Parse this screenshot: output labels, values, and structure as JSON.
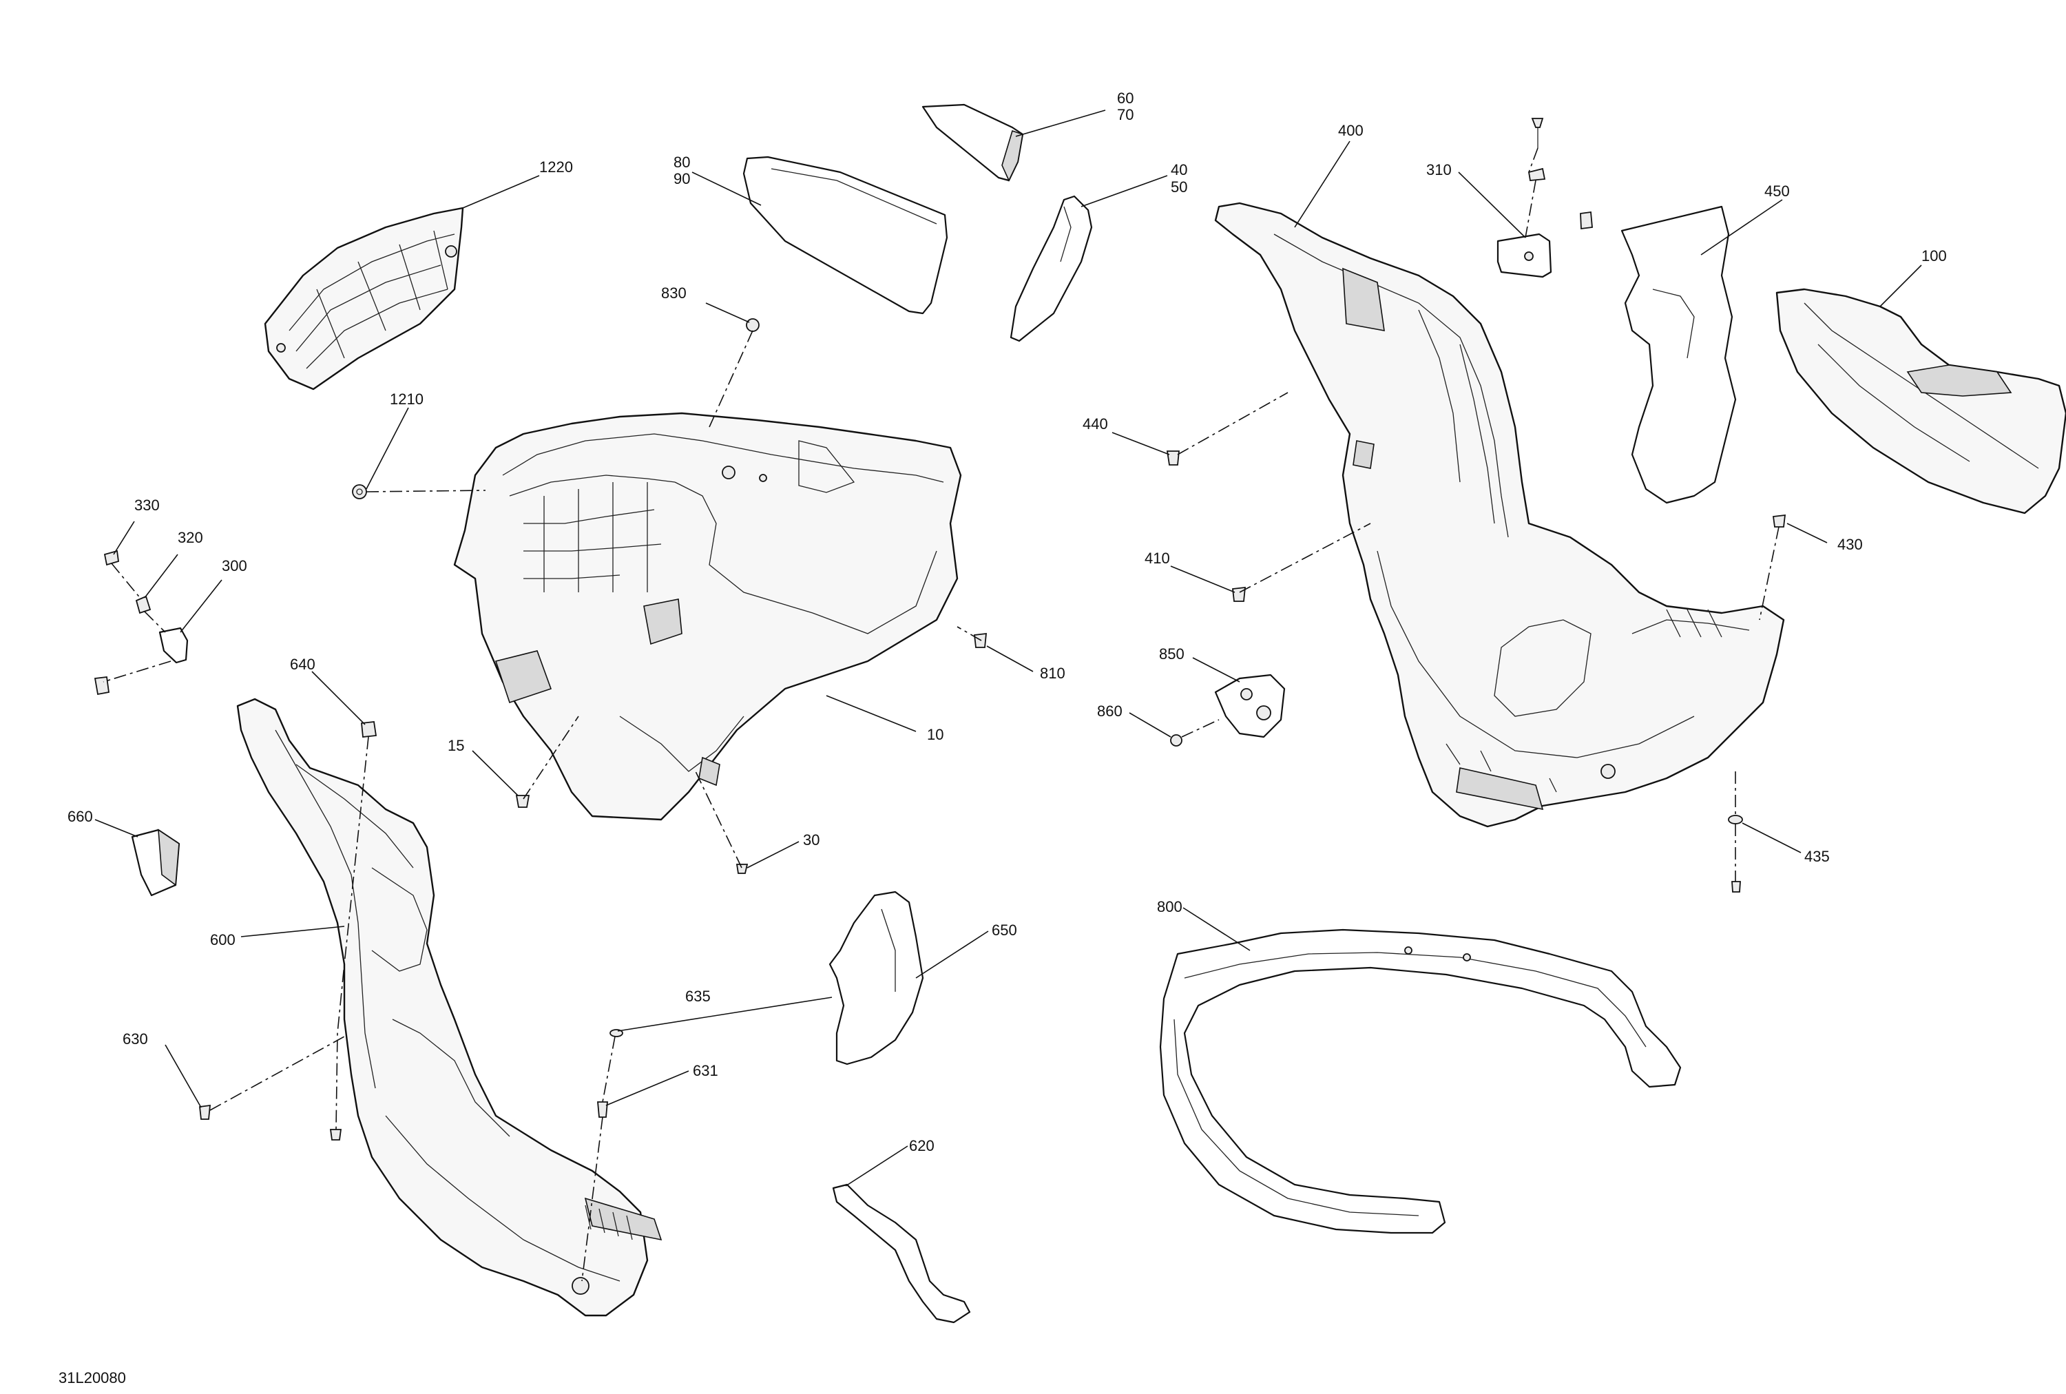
{
  "diagram": {
    "drawing_number": "31L20080",
    "callouts": [
      {
        "id": "1220",
        "text": "1220"
      },
      {
        "id": "80",
        "text": "80"
      },
      {
        "id": "90",
        "text": "90"
      },
      {
        "id": "60",
        "text": "60"
      },
      {
        "id": "70",
        "text": "70"
      },
      {
        "id": "40",
        "text": "40"
      },
      {
        "id": "50",
        "text": "50"
      },
      {
        "id": "400",
        "text": "400"
      },
      {
        "id": "310",
        "text": "310"
      },
      {
        "id": "450",
        "text": "450"
      },
      {
        "id": "100",
        "text": "100"
      },
      {
        "id": "830",
        "text": "830"
      },
      {
        "id": "1210",
        "text": "1210"
      },
      {
        "id": "440",
        "text": "440"
      },
      {
        "id": "330",
        "text": "330"
      },
      {
        "id": "320",
        "text": "320"
      },
      {
        "id": "300",
        "text": "300"
      },
      {
        "id": "410",
        "text": "410"
      },
      {
        "id": "430",
        "text": "430"
      },
      {
        "id": "810",
        "text": "810"
      },
      {
        "id": "850",
        "text": "850"
      },
      {
        "id": "640",
        "text": "640"
      },
      {
        "id": "10",
        "text": "10"
      },
      {
        "id": "860",
        "text": "860"
      },
      {
        "id": "15",
        "text": "15"
      },
      {
        "id": "660",
        "text": "660"
      },
      {
        "id": "30",
        "text": "30"
      },
      {
        "id": "435",
        "text": "435"
      },
      {
        "id": "800",
        "text": "800"
      },
      {
        "id": "600",
        "text": "600"
      },
      {
        "id": "650",
        "text": "650"
      },
      {
        "id": "635",
        "text": "635"
      },
      {
        "id": "630",
        "text": "630"
      },
      {
        "id": "631",
        "text": "631"
      },
      {
        "id": "620",
        "text": "620"
      }
    ]
  }
}
